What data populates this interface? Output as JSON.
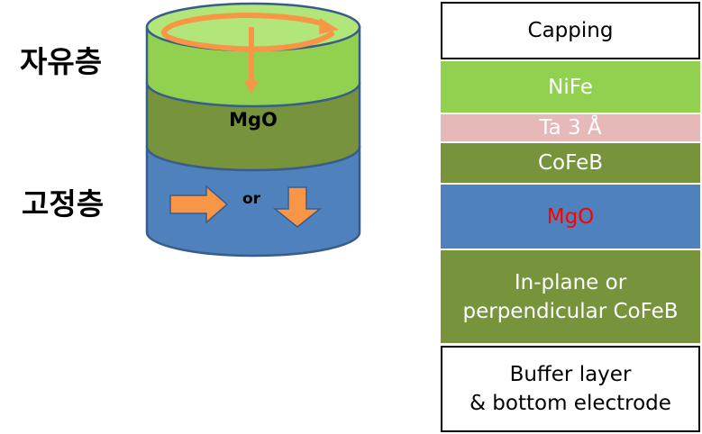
{
  "cylinder": {
    "free_layer_label": "자유층",
    "pinned_layer_label": "고정층",
    "mgo_label": "MgO",
    "or_label": "or",
    "colors": {
      "free_layer": "#92d050",
      "free_layer_top": "#b2e67a",
      "mgo": "#77933c",
      "pinned_layer": "#4f81bd",
      "arrow": "#f79646",
      "outline": "#385d8a"
    }
  },
  "stack": {
    "layers": [
      {
        "label": "Capping",
        "bg": "#ffffff",
        "color": "#000000"
      },
      {
        "label": "NiFe",
        "bg": "#92d050",
        "color": "#ffffff"
      },
      {
        "label": "Ta 3 Å",
        "bg": "#e6b9b8",
        "color": "#ffffff"
      },
      {
        "label": "CoFeB",
        "bg": "#77933c",
        "color": "#ffffff"
      },
      {
        "label": "MgO",
        "bg": "#4f81bd",
        "color": "#ff0000"
      },
      {
        "label": "In-plane or\nperpendicular CoFeB",
        "bg": "#77933c",
        "color": "#ffffff"
      },
      {
        "label": "Buffer layer\n & bottom electrode",
        "bg": "#ffffff",
        "color": "#000000"
      }
    ]
  }
}
